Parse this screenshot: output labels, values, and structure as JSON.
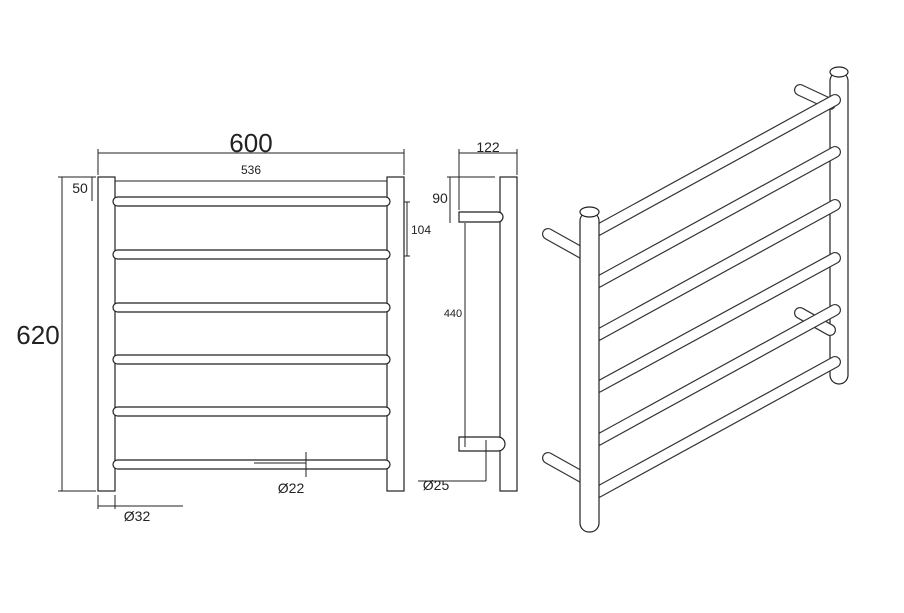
{
  "front_view": {
    "overall_width": "600",
    "inner_width": "536",
    "overall_height": "620",
    "top_offset": "50",
    "rail_spacing": "104",
    "rail_diameter": "Ø22",
    "post_diameter": "Ø32",
    "rail_count": 6
  },
  "side_view": {
    "depth": "122",
    "bracket_offset": "90",
    "bracket_spacing": "440",
    "bracket_diameter": "Ø25"
  },
  "line_color": "#222222"
}
